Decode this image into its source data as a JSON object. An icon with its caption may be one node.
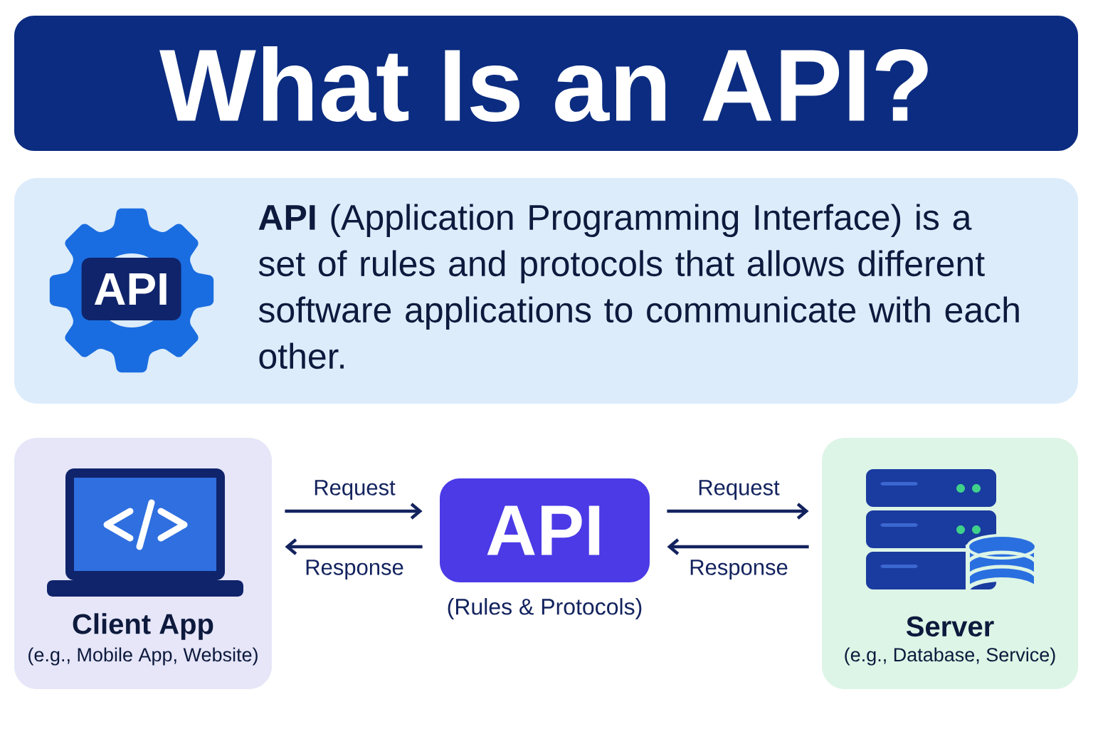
{
  "diagram": {
    "title": "What Is an API?",
    "nodes": [
      {
        "text": [
          "**API** (Application Programming Interface) is a set of rules and protocols that allows different software applications to communicate with each other."
        ]
      },
      {
        "text": [
          "API"
        ],
        "in": 0
      },
      {
        "text": [
          "Client App",
          "(e.g., Mobile App, Website)"
        ]
      },
      {
        "text": [
          "API"
        ],
        "beside": [
          "(Rules & Protocols)"
        ]
      },
      {
        "text": [
          "Server",
          "(e.g., Database, Service)"
        ]
      }
    ],
    "edges": [
      {
        "from": 2,
        "to": 3,
        "arrow": "to",
        "label": "Request"
      },
      {
        "from": 3,
        "to": 2,
        "arrow": "to",
        "label": "Response"
      },
      {
        "from": 3,
        "to": 4,
        "arrow": "to",
        "label": "Request"
      },
      {
        "from": 4,
        "to": 3,
        "arrow": "to",
        "label": "Response"
      }
    ]
  }
}
